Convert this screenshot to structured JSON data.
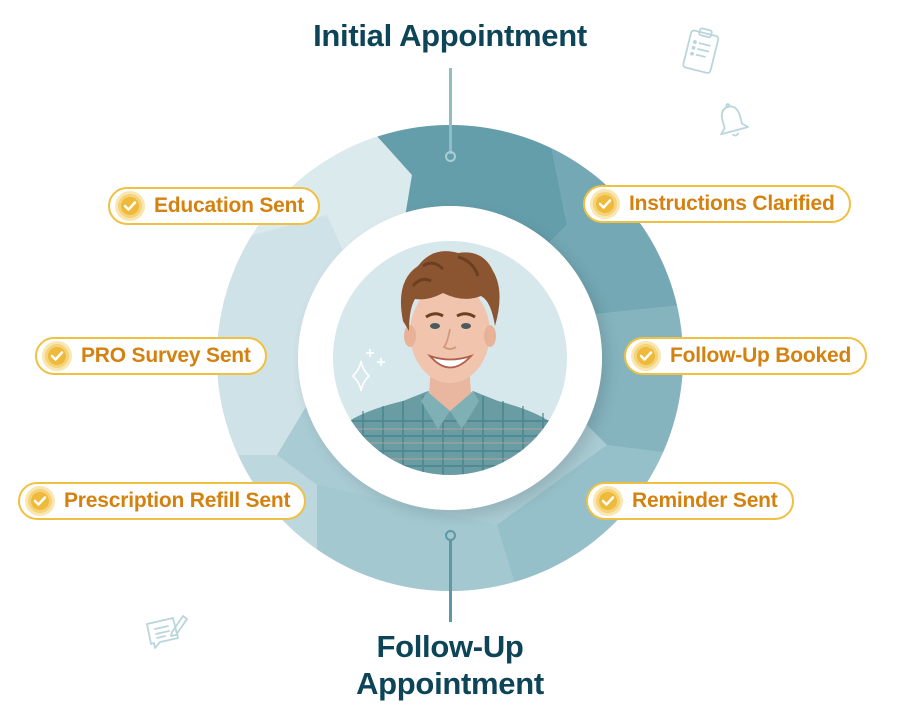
{
  "diagram": {
    "title_top": "Initial Appointment",
    "title_bottom_line1": "Follow-Up",
    "title_bottom_line2": "Appointment",
    "center_image": "smiling-patient-portrait",
    "steps": [
      {
        "label": "Education Sent",
        "position": "left-top",
        "status": "complete"
      },
      {
        "label": "Instructions Clarified",
        "position": "right-top",
        "status": "complete"
      },
      {
        "label": "PRO Survey Sent",
        "position": "left-middle",
        "status": "complete"
      },
      {
        "label": "Follow-Up Booked",
        "position": "right-middle",
        "status": "complete"
      },
      {
        "label": "Prescription Refill Sent",
        "position": "left-bottom",
        "status": "complete"
      },
      {
        "label": "Reminder Sent",
        "position": "right-bottom",
        "status": "complete"
      }
    ],
    "decorative_icons": [
      "clipboard-icon",
      "bell-icon",
      "message-edit-icon",
      "sparkle-icon"
    ]
  },
  "colors": {
    "title": "#0d4457",
    "badge_text": "#d4810f",
    "badge_border": "#f0c040",
    "check_fill": "#efb93a",
    "ring_dark": "#659eab",
    "ring_mid": "#8bb9c3",
    "ring_light": "#dbeaed",
    "icon_outline": "#b9d6dd"
  }
}
